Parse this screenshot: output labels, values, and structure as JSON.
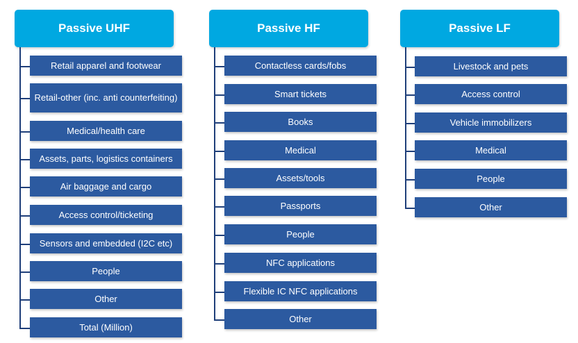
{
  "colors": {
    "header_bg": "#00a8e1",
    "item_bg": "#2c5aa0",
    "line": "#1f3f7a",
    "text": "#ffffff"
  },
  "columns": [
    {
      "title": "Passive UHF",
      "items": [
        "Retail apparel and footwear",
        "Retail-other (inc. anti counterfeiting)",
        "Medical/health care",
        "Assets, parts, logistics containers",
        "Air baggage and cargo",
        "Access control/ticketing",
        "Sensors and embedded (I2C etc)",
        "People",
        "Other",
        "Total (Million)"
      ]
    },
    {
      "title": "Passive HF",
      "items": [
        "Contactless cards/fobs",
        "Smart tickets",
        "Books",
        "Medical",
        "Assets/tools",
        "Passports",
        "People",
        "NFC applications",
        "Flexible IC NFC applications",
        "Other"
      ]
    },
    {
      "title": "Passive LF",
      "items": [
        "Livestock and pets",
        "Access control",
        "Vehicle immobilizers",
        "Medical",
        "People",
        "Other"
      ]
    }
  ]
}
